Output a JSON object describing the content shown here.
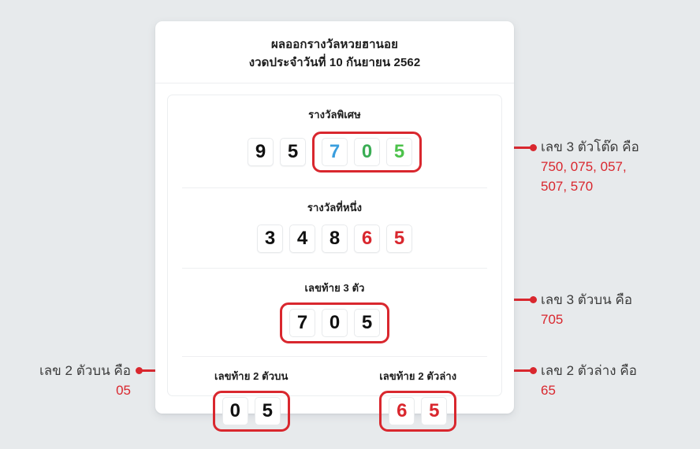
{
  "page": {
    "background_color": "#e7eaec",
    "accent_red": "#d9272e"
  },
  "card": {
    "title": "ผลออกรางวัลหวยฮานอย",
    "subtitle": "งวดประจำวันที่ 10 กันยายน 2562",
    "sections": [
      {
        "id": "special-prize",
        "label": "รางวัลพิเศษ",
        "digits": [
          {
            "value": "9",
            "color": "black"
          },
          {
            "value": "5",
            "color": "black"
          },
          {
            "value": "7",
            "color": "blue"
          },
          {
            "value": "0",
            "color": "green"
          },
          {
            "value": "5",
            "color": "lgreen"
          }
        ],
        "highlight_from": 2,
        "highlight_to": 4
      },
      {
        "id": "first-prize",
        "label": "รางวัลที่หนึ่ง",
        "digits": [
          {
            "value": "3",
            "color": "black"
          },
          {
            "value": "4",
            "color": "black"
          },
          {
            "value": "8",
            "color": "black"
          },
          {
            "value": "6",
            "color": "red"
          },
          {
            "value": "5",
            "color": "red"
          }
        ]
      },
      {
        "id": "last-three",
        "label": "เลขท้าย 3 ตัว",
        "digits": [
          {
            "value": "7",
            "color": "black"
          },
          {
            "value": "0",
            "color": "black"
          },
          {
            "value": "5",
            "color": "black"
          }
        ],
        "highlighted": true
      }
    ],
    "bottom": [
      {
        "id": "last-two-top",
        "label": "เลขท้าย 2 ตัวบน",
        "digits": [
          {
            "value": "0",
            "color": "black"
          },
          {
            "value": "5",
            "color": "black"
          }
        ],
        "highlighted": true
      },
      {
        "id": "last-two-bottom",
        "label": "เลขท้าย 2 ตัวล่าง",
        "digits": [
          {
            "value": "6",
            "color": "red"
          },
          {
            "value": "5",
            "color": "red"
          }
        ],
        "highlighted": true
      }
    ]
  },
  "annotations": {
    "tote_three": {
      "title": "เลข 3 ตัวโต๊ด คือ",
      "value_line1": "750, 075, 057,",
      "value_line2": "507, 570"
    },
    "top_three": {
      "title": "เลข 3 ตัวบน คือ",
      "value": "705"
    },
    "top_two": {
      "title": "เลข 2 ตัวบน คือ",
      "value": "05"
    },
    "bottom_two": {
      "title": "เลข 2 ตัวล่าง คือ",
      "value": "65"
    }
  }
}
